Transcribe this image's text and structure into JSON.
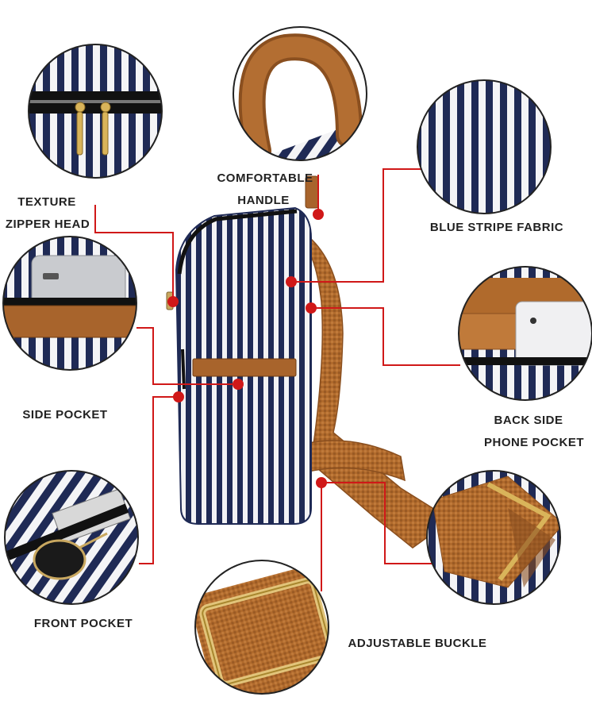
{
  "colors": {
    "stripe_navy": "#1f2a55",
    "stripe_white": "#f4f4f6",
    "leather_brown": "#a8642c",
    "strap_brown": "#b06a2c",
    "callout_red": "#d01818",
    "buckle_gold": "#d9b45a"
  },
  "labels": {
    "texture_zipper_head": {
      "line1": "TEXTURE",
      "line2": "ZIPPER HEAD"
    },
    "comfortable_handle": {
      "line1": "COMFORTABLE",
      "line2": "HANDLE"
    },
    "blue_stripe_fabric": "BLUE STRIPE FABRIC",
    "side_pocket": "SIDE POCKET",
    "back_side_phone_pocket": {
      "line1": "BACK SIDE",
      "line2": "PHONE POCKET"
    },
    "front_pocket": "FRONT POCKET",
    "adjustable_buckle": "ADJUSTABLE BUCKLE"
  },
  "icons": [
    "zipper-pull-icon",
    "power-bank-icon",
    "smartphone-icon",
    "sunglasses-icon",
    "buckle-icon"
  ]
}
